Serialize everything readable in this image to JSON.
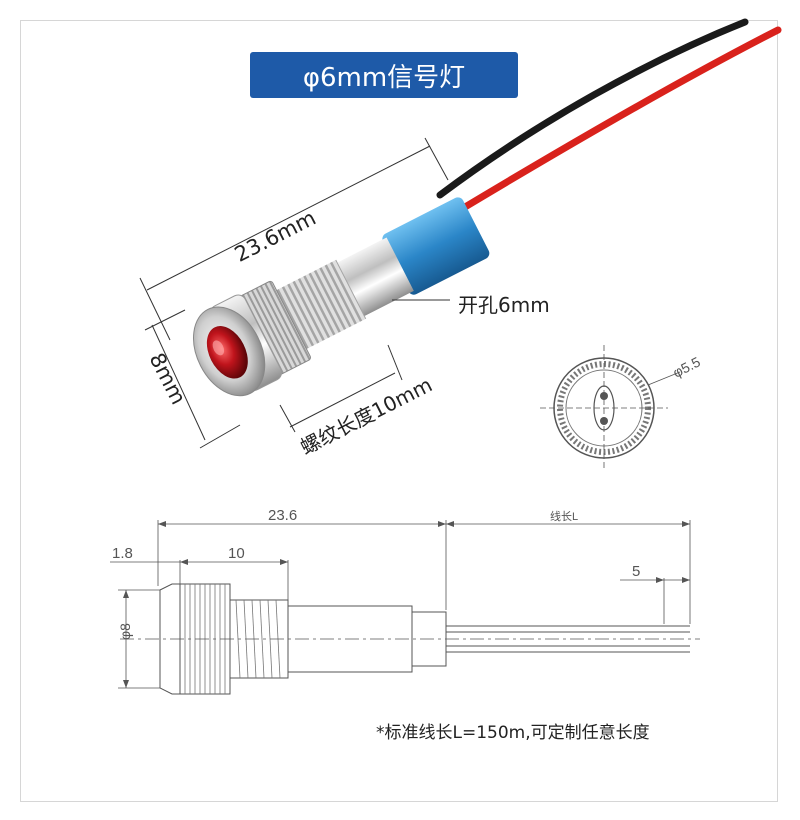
{
  "title": "φ6mm信号灯",
  "photo_labels": {
    "length": "23.6mm",
    "diameter": "8mm",
    "hole": "开孔6mm",
    "thread": "螺纹长度10mm"
  },
  "section_view": {
    "diameter": "φ5.5"
  },
  "drawing": {
    "overall": "23.6",
    "thread": "10",
    "head": "1.8",
    "diameter": "φ8",
    "wire_length": "线长L",
    "strip": "5"
  },
  "note": "*标准线长L=150m,可定制任意长度",
  "colors": {
    "badge": "#1e5aa8",
    "wire_red": "#d9221c",
    "wire_black": "#1a1a1a",
    "sleeve": "#2b86c8",
    "lens": "#c0141c"
  }
}
